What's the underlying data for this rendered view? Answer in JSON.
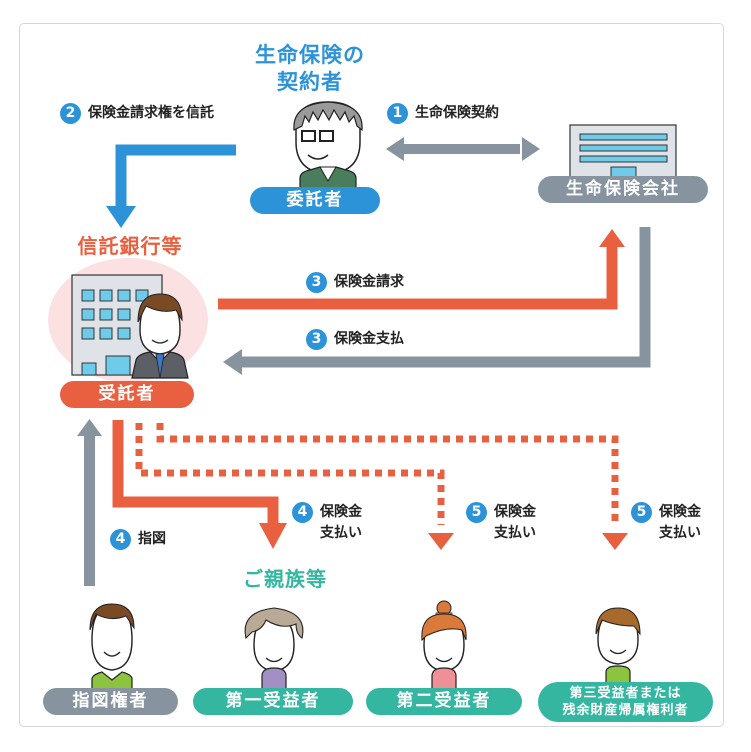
{
  "colors": {
    "blue": "#2d93d9",
    "orange": "#e96041",
    "gray": "#8794a0",
    "teal": "#35b6a0",
    "building_window": "#6fcbea",
    "bank_circle": "#fbe1e1"
  },
  "parties": {
    "policyholder_title_line1": "生命保険の",
    "policyholder_title_line2": "契約者",
    "settlor_label": "委託者",
    "insurer_label": "生命保険会社",
    "trust_bank_title": "信託銀行等",
    "trustee_label": "受託者",
    "family_title": "ご親族等",
    "instructor_label": "指図権者",
    "first_beneficiary_label": "第一受益者",
    "second_beneficiary_label": "第二受益者",
    "third_beneficiary_line1": "第三受益者または",
    "third_beneficiary_line2": "残余財産帰属権利者"
  },
  "steps": [
    {
      "num": "1",
      "text": "生命保険契約"
    },
    {
      "num": "2",
      "text": "保険金請求権を信託"
    },
    {
      "num": "3",
      "text": "保険金請求"
    },
    {
      "num": "3",
      "text": "保険金支払"
    },
    {
      "num": "4",
      "text": "指図"
    },
    {
      "num": "4",
      "line1": "保険金",
      "line2": "支払い"
    },
    {
      "num": "5",
      "line1": "保険金",
      "line2": "支払い"
    },
    {
      "num": "5",
      "line1": "保険金",
      "line2": "支払い"
    }
  ],
  "icons": {
    "settlor": "elderly-man-icon",
    "insurer": "office-building-icon",
    "trustee": "businessman-building-icon",
    "instructor": "man-icon",
    "first_beneficiary": "elderly-woman-icon",
    "second_beneficiary": "woman-icon",
    "third_beneficiary": "boy-icon"
  }
}
